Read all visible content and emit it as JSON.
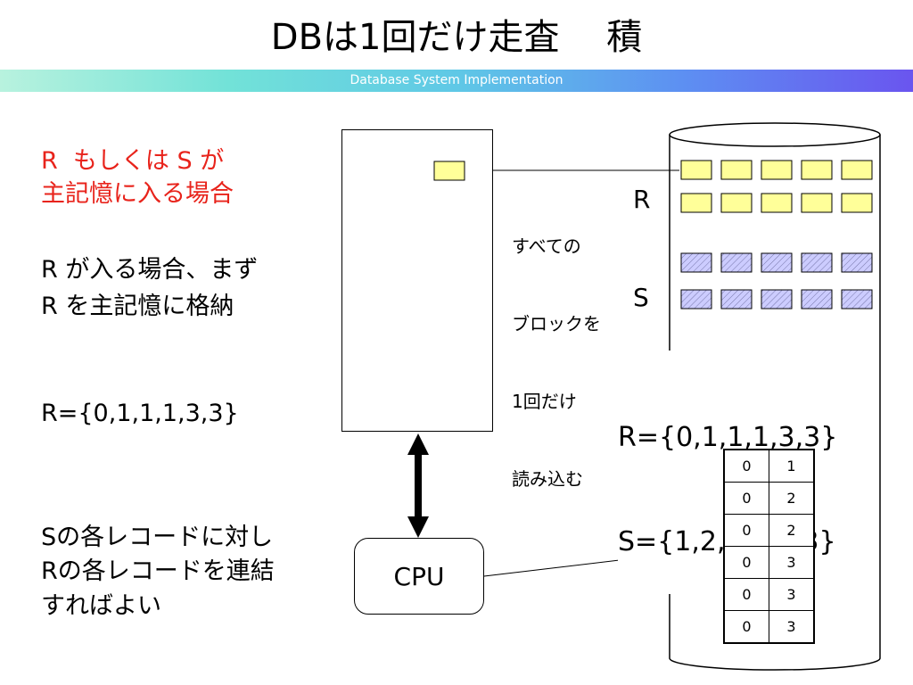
{
  "slide": {
    "title": "DBは1回だけ走査　 積",
    "subtitle": "Database System Implementation"
  },
  "left": {
    "red_line1": "R  もしくは S が",
    "red_line2": "主記憶に入る場合",
    "p1_line1": "R が入る場合、まず",
    "p1_line2": "R を主記憶に格納",
    "r_set": "R={0,1,1,1,3,3}",
    "p2_line1": "Sの各レコードに対し",
    "p2_line2": "Rの各レコードを連結",
    "p2_line3": "すればよい"
  },
  "diagram": {
    "note_line1": "すべての",
    "note_line2": "ブロックを",
    "note_line3": "1回だけ",
    "note_line4": "読み込む",
    "label_r": "R",
    "label_s": "S",
    "r_set": "R={0,1,1,1,3,3}",
    "s_set": "S={1,2,2,3,3,3}",
    "cpu_label": "CPU",
    "r_block_color": "#ffff99",
    "s_block_color": "#ccccff",
    "result_rows": [
      [
        "0",
        "1"
      ],
      [
        "0",
        "2"
      ],
      [
        "0",
        "2"
      ],
      [
        "0",
        "3"
      ],
      [
        "0",
        "3"
      ],
      [
        "0",
        "3"
      ]
    ]
  }
}
